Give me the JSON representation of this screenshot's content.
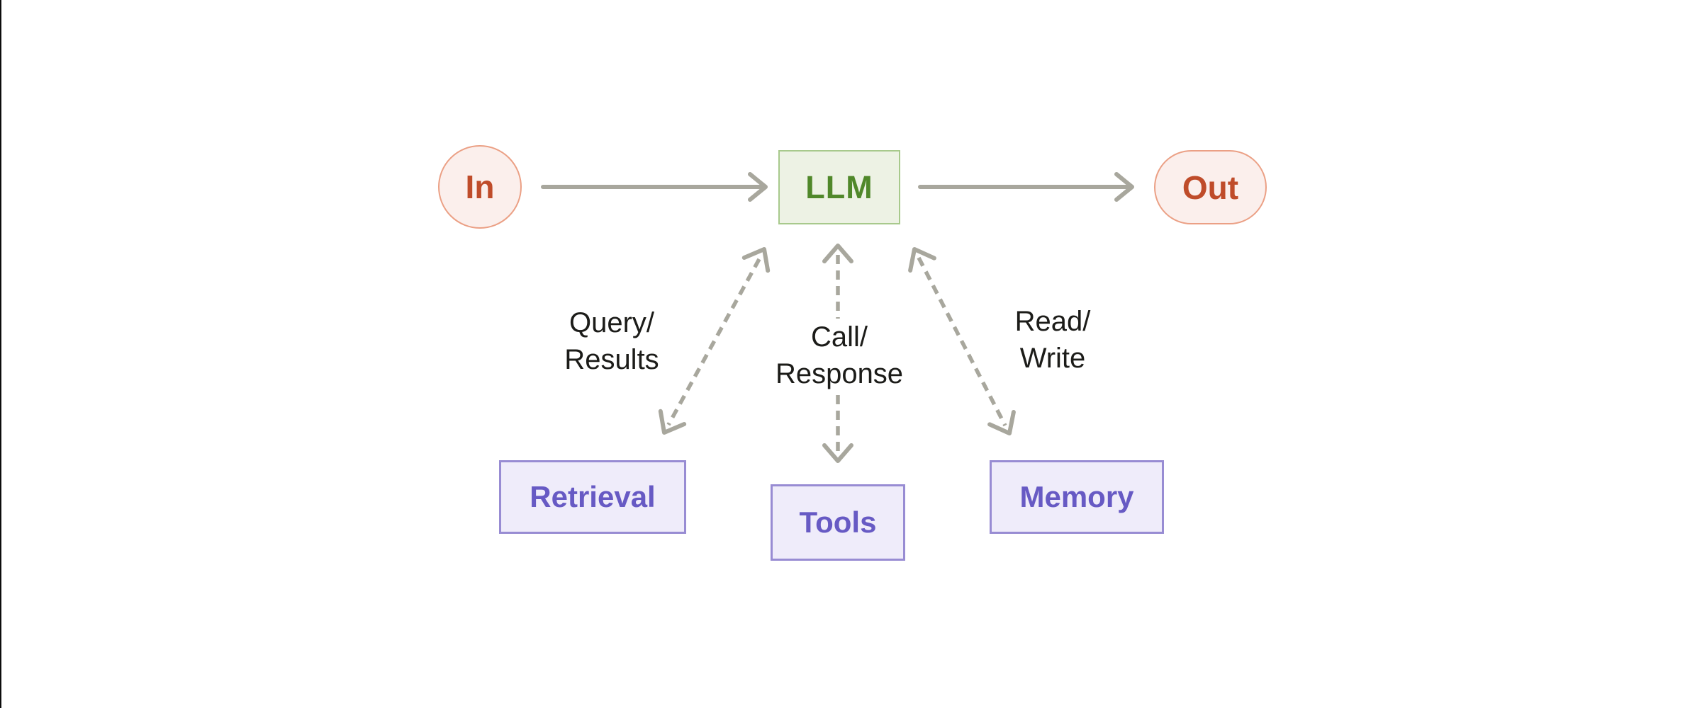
{
  "background": "#ffffff",
  "window": {
    "left_edge_line_color": "#0c0c0c"
  },
  "diagram": {
    "nodes": {
      "in": {
        "label": "In",
        "shape": "pill",
        "fill": "#fbefec",
        "border": "#eba085",
        "text_color": "#bf4c2a"
      },
      "llm": {
        "label": "LLM",
        "shape": "rect",
        "fill": "#edf2e4",
        "border": "#a8c98c",
        "text_color": "#50882a"
      },
      "out": {
        "label": "Out",
        "shape": "pill",
        "fill": "#fbefec",
        "border": "#eba085",
        "text_color": "#bf4c2a"
      },
      "retrieval": {
        "label": "Retrieval",
        "shape": "rect",
        "fill": "#efecfa",
        "border": "#988cd3",
        "text_color": "#675ac4"
      },
      "tools": {
        "label": "Tools",
        "shape": "rect",
        "fill": "#efecfa",
        "border": "#988cd3",
        "text_color": "#675ac4"
      },
      "memory": {
        "label": "Memory",
        "shape": "rect",
        "fill": "#efecfa",
        "border": "#988cd3",
        "text_color": "#675ac4"
      }
    },
    "edge_labels": {
      "retrieval": {
        "line1": "Query/",
        "line2": "Results"
      },
      "tools": {
        "line1": "Call/",
        "line2": "Response"
      },
      "memory": {
        "line1": "Read/",
        "line2": "Write"
      }
    },
    "connectors": {
      "color": "#a8a79d",
      "solid_arrows": [
        "in-to-llm",
        "llm-to-out"
      ],
      "dashed_bidirectional_arrows": [
        "llm-retrieval",
        "llm-tools",
        "llm-memory"
      ]
    },
    "edge_label_text_color": "#1c1c19"
  }
}
